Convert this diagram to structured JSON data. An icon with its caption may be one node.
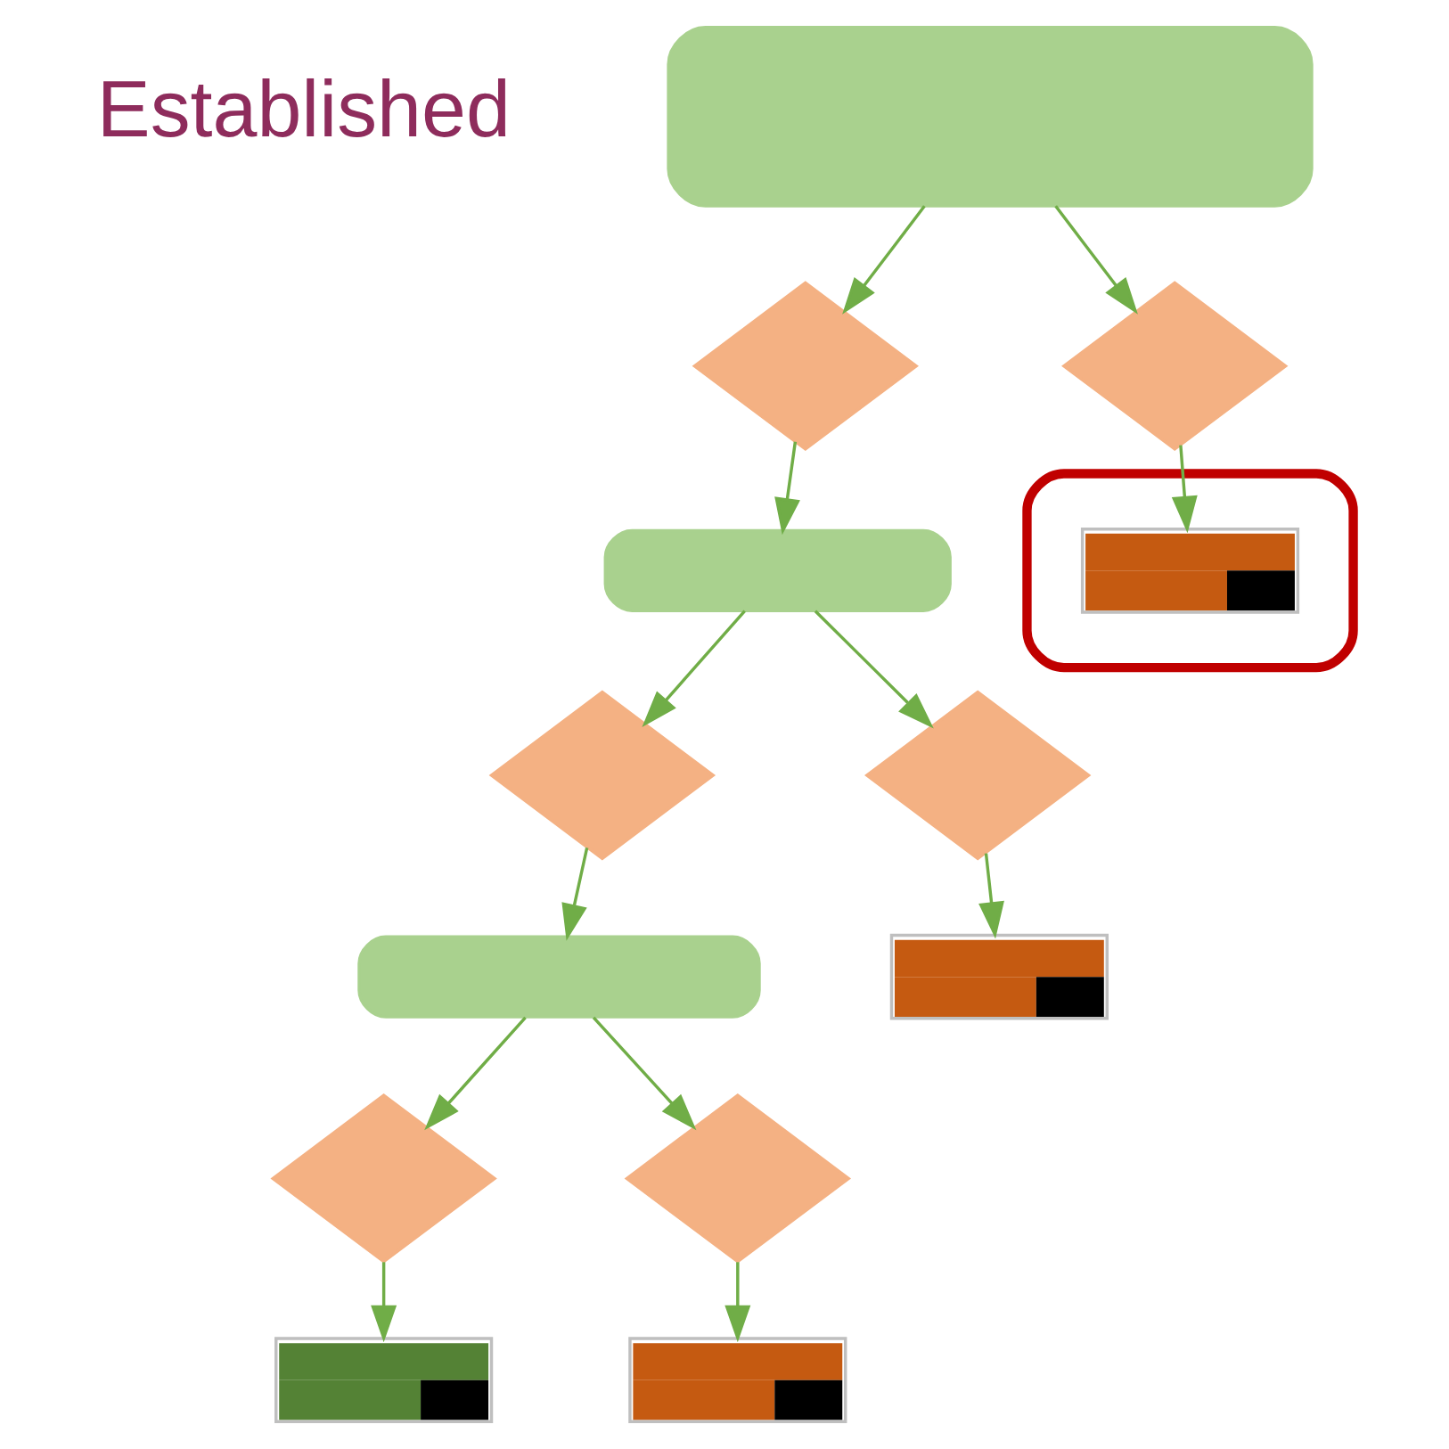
{
  "diagram": {
    "nodes": [
      {
        "text": [],
        "shape": "box"
      },
      {
        "text": [],
        "shape": "diamond"
      },
      {
        "text": [],
        "shape": "diamond"
      },
      {
        "text": [],
        "shape": "ellipse"
      },
      {
        "text": [],
        "shape": "box",
        "in": 3
      },
      {
        "text": [],
        "shape": "box"
      },
      {
        "text": [],
        "shape": "diamond"
      },
      {
        "text": [],
        "shape": "diamond"
      },
      {
        "text": [],
        "shape": "box"
      },
      {
        "text": [],
        "shape": "box"
      },
      {
        "text": [],
        "shape": "diamond"
      },
      {
        "text": [],
        "shape": "diamond"
      },
      {
        "text": [],
        "shape": "box"
      },
      {
        "text": [],
        "shape": "box"
      }
    ],
    "edges": [
      {
        "from": 0,
        "to": 1,
        "arrow": "to"
      },
      {
        "from": 0,
        "to": 2,
        "arrow": "to"
      },
      {
        "from": 1,
        "to": 5,
        "arrow": "to"
      },
      {
        "from": 2,
        "to": 4,
        "arrow": "to"
      },
      {
        "from": 5,
        "to": 6,
        "arrow": "to"
      },
      {
        "from": 5,
        "to": 7,
        "arrow": "to"
      },
      {
        "from": 6,
        "to": 8,
        "arrow": "to"
      },
      {
        "from": 7,
        "to": 9,
        "arrow": "to"
      },
      {
        "from": 8,
        "to": 10,
        "arrow": "to"
      },
      {
        "from": 8,
        "to": 11,
        "arrow": "to"
      },
      {
        "from": 10,
        "to": 12,
        "arrow": "to"
      },
      {
        "from": 11,
        "to": 13,
        "arrow": "to"
      }
    ],
    "labels": [
      "Established"
    ]
  }
}
